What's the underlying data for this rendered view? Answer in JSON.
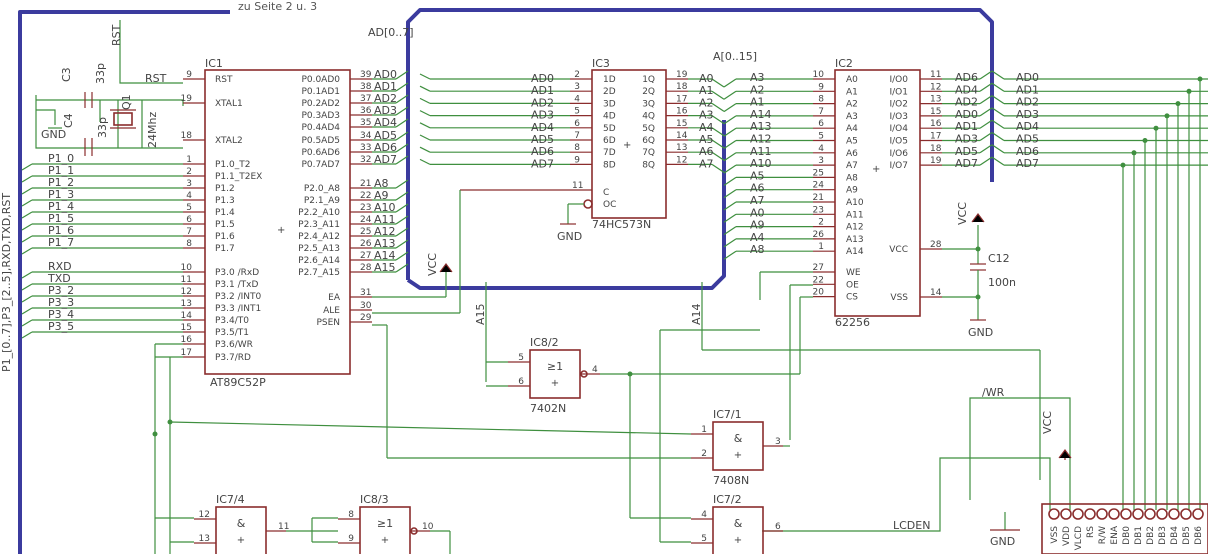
{
  "sheet_ref": "zu Seite 2 u. 3",
  "bus_labels": {
    "ad": "AD[0..7]",
    "a": "A[0..15]",
    "port": "P1_[0..7],P3_[2..5],RXD,TXD,RST"
  },
  "net_labels": {
    "rst": "RST",
    "rst2": "RST",
    "gnd1": "GND",
    "gnd2": "GND",
    "gnd3": "GND",
    "gnd4": "GND",
    "vcc1": "VCC",
    "vcc2": "VCC",
    "vcc3": "VCC",
    "a15": "A15",
    "a14": "A14",
    "wr": "/WR",
    "lcden": "LCDEN"
  },
  "ic1": {
    "name": "IC1",
    "part": "AT89C52P",
    "left_pins": [
      [
        "RST",
        "9"
      ],
      [
        "XTAL1",
        "19"
      ],
      [
        "XTAL2",
        "18"
      ],
      [
        "P1.0_T2",
        "1"
      ],
      [
        "P1.1_T2EX",
        "2"
      ],
      [
        "P1.2",
        "3"
      ],
      [
        "P1.3",
        "4"
      ],
      [
        "P1.4",
        "5"
      ],
      [
        "P1.5",
        "6"
      ],
      [
        "P1.6",
        "7"
      ],
      [
        "P1.7",
        "8"
      ],
      [
        "P3.0 /RxD",
        "10"
      ],
      [
        "P3.1 /TxD",
        "11"
      ],
      [
        "P3.2 /INT0",
        "12"
      ],
      [
        "P3.3 /INT1",
        "13"
      ],
      [
        "P3.4/T0",
        "14"
      ],
      [
        "P3.5/T1",
        "15"
      ],
      [
        "P3.6/WR",
        "16"
      ],
      [
        "P3.7/RD",
        "17"
      ]
    ],
    "right_pins": [
      [
        "P0.0AD0",
        "39"
      ],
      [
        "P0.1AD1",
        "38"
      ],
      [
        "P0.2AD2",
        "37"
      ],
      [
        "P0.3AD3",
        "36"
      ],
      [
        "P0.4AD4",
        "35"
      ],
      [
        "P0.5AD5",
        "34"
      ],
      [
        "P0.6AD6",
        "33"
      ],
      [
        "P0.7AD7",
        "32"
      ],
      [
        "P2.0_A8",
        "21"
      ],
      [
        "P2.1_A9",
        "22"
      ],
      [
        "P2.2_A10",
        "23"
      ],
      [
        "P2.3_A11",
        "24"
      ],
      [
        "P2.4_A12",
        "25"
      ],
      [
        "P2.5_A13",
        "26"
      ],
      [
        "P2.6_A14",
        "27"
      ],
      [
        "P2.7_A15",
        "28"
      ],
      [
        "EA",
        "31"
      ],
      [
        "ALE",
        "30"
      ],
      [
        "PSEN",
        "29"
      ]
    ]
  },
  "ic1_nets_left": [
    "P1_0",
    "P1_1",
    "P1_2",
    "P1_3",
    "P1_4",
    "P1_5",
    "P1_6",
    "P1_7",
    "RXD",
    "TXD",
    "P3_2",
    "P3_3",
    "P3_4",
    "P3_5"
  ],
  "ic1_nets_right": [
    "AD0",
    "AD1",
    "AD2",
    "AD3",
    "AD4",
    "AD5",
    "AD6",
    "AD7",
    "A8",
    "A9",
    "A10",
    "A11",
    "A12",
    "A13",
    "A14",
    "A15"
  ],
  "ic3": {
    "name": "IC3",
    "part": "74HC573N",
    "left_pins": [
      [
        "1D",
        "2",
        "AD0"
      ],
      [
        "2D",
        "3",
        "AD1"
      ],
      [
        "3D",
        "4",
        "AD2"
      ],
      [
        "4D",
        "5",
        "AD3"
      ],
      [
        "5D",
        "6",
        "AD4"
      ],
      [
        "6D",
        "7",
        "AD5"
      ],
      [
        "7D",
        "8",
        "AD6"
      ],
      [
        "8D",
        "9",
        "AD7"
      ]
    ],
    "right_pins": [
      [
        "1Q",
        "19",
        "A0"
      ],
      [
        "2Q",
        "18",
        "A1"
      ],
      [
        "3Q",
        "17",
        "A2"
      ],
      [
        "4Q",
        "16",
        "A3"
      ],
      [
        "5Q",
        "15",
        "A4"
      ],
      [
        "6Q",
        "14",
        "A5"
      ],
      [
        "7Q",
        "13",
        "A6"
      ],
      [
        "8Q",
        "12",
        "A7"
      ]
    ],
    "c_pin": [
      "C",
      "11"
    ],
    "oc_pin": "OC"
  },
  "ic2": {
    "name": "IC2",
    "part": "62256",
    "left_pins": [
      [
        "A0",
        "10",
        "A3"
      ],
      [
        "A1",
        "9",
        "A2"
      ],
      [
        "A2",
        "8",
        "A1"
      ],
      [
        "A3",
        "7",
        "A14"
      ],
      [
        "A4",
        "6",
        "A13"
      ],
      [
        "A5",
        "5",
        "A12"
      ],
      [
        "A6",
        "4",
        "A11"
      ],
      [
        "A7",
        "3",
        "A10"
      ],
      [
        "A8",
        "25",
        "A5"
      ],
      [
        "A9",
        "24",
        "A6"
      ],
      [
        "A10",
        "21",
        "A7"
      ],
      [
        "A11",
        "23",
        "A0"
      ],
      [
        "A12",
        "2",
        "A9"
      ],
      [
        "A13",
        "26",
        "A4"
      ],
      [
        "A14",
        "1",
        "A8"
      ],
      [
        "WE",
        "27",
        ""
      ],
      [
        "OE",
        "22",
        ""
      ],
      [
        "CS",
        "20",
        ""
      ]
    ],
    "right_pins": [
      [
        "I/O0",
        "11",
        "AD6"
      ],
      [
        "I/O1",
        "12",
        "AD4"
      ],
      [
        "I/O2",
        "13",
        "AD2"
      ],
      [
        "I/O3",
        "15",
        "AD0"
      ],
      [
        "I/O4",
        "16",
        "AD1"
      ],
      [
        "I/O5",
        "17",
        "AD3"
      ],
      [
        "I/O6",
        "18",
        "AD5"
      ],
      [
        "I/O7",
        "19",
        "AD7"
      ],
      [
        "VCC",
        "28",
        ""
      ],
      [
        "VSS",
        "14",
        ""
      ]
    ]
  },
  "right_edge_nets": [
    "AD0",
    "AD1",
    "AD2",
    "AD3",
    "AD4",
    "AD5",
    "AD6",
    "AD7"
  ],
  "components": {
    "c3": "C3",
    "c3v": "33p",
    "c4": "C4",
    "c4v": "33p",
    "q1": "Q1",
    "q1v": "24Mhz",
    "c12": "C12",
    "c12v": "100n"
  },
  "gates": {
    "ic8_2": {
      "name": "IC8/2",
      "part": "7402N",
      "sym": "≥1",
      "pins": [
        "5",
        "6",
        "4"
      ]
    },
    "ic7_1": {
      "name": "IC7/1",
      "part": "7408N",
      "sym": "&",
      "pins": [
        "1",
        "2",
        "3"
      ]
    },
    "ic7_4": {
      "name": "IC7/4",
      "part": "",
      "sym": "&",
      "pins": [
        "12",
        "13",
        "11"
      ]
    },
    "ic8_3": {
      "name": "IC8/3",
      "part": "",
      "sym": "≥1",
      "pins": [
        "8",
        "9",
        "10"
      ]
    },
    "ic7_2": {
      "name": "IC7/2",
      "part": "",
      "sym": "&",
      "pins": [
        "4",
        "5",
        "6"
      ]
    }
  },
  "lcd_pins": [
    "VSS",
    "VDD",
    "VLCD",
    "RS",
    "R/W",
    "ENA",
    "DB0",
    "DB1",
    "DB2",
    "DB3",
    "DB4",
    "DB5",
    "DB6"
  ]
}
